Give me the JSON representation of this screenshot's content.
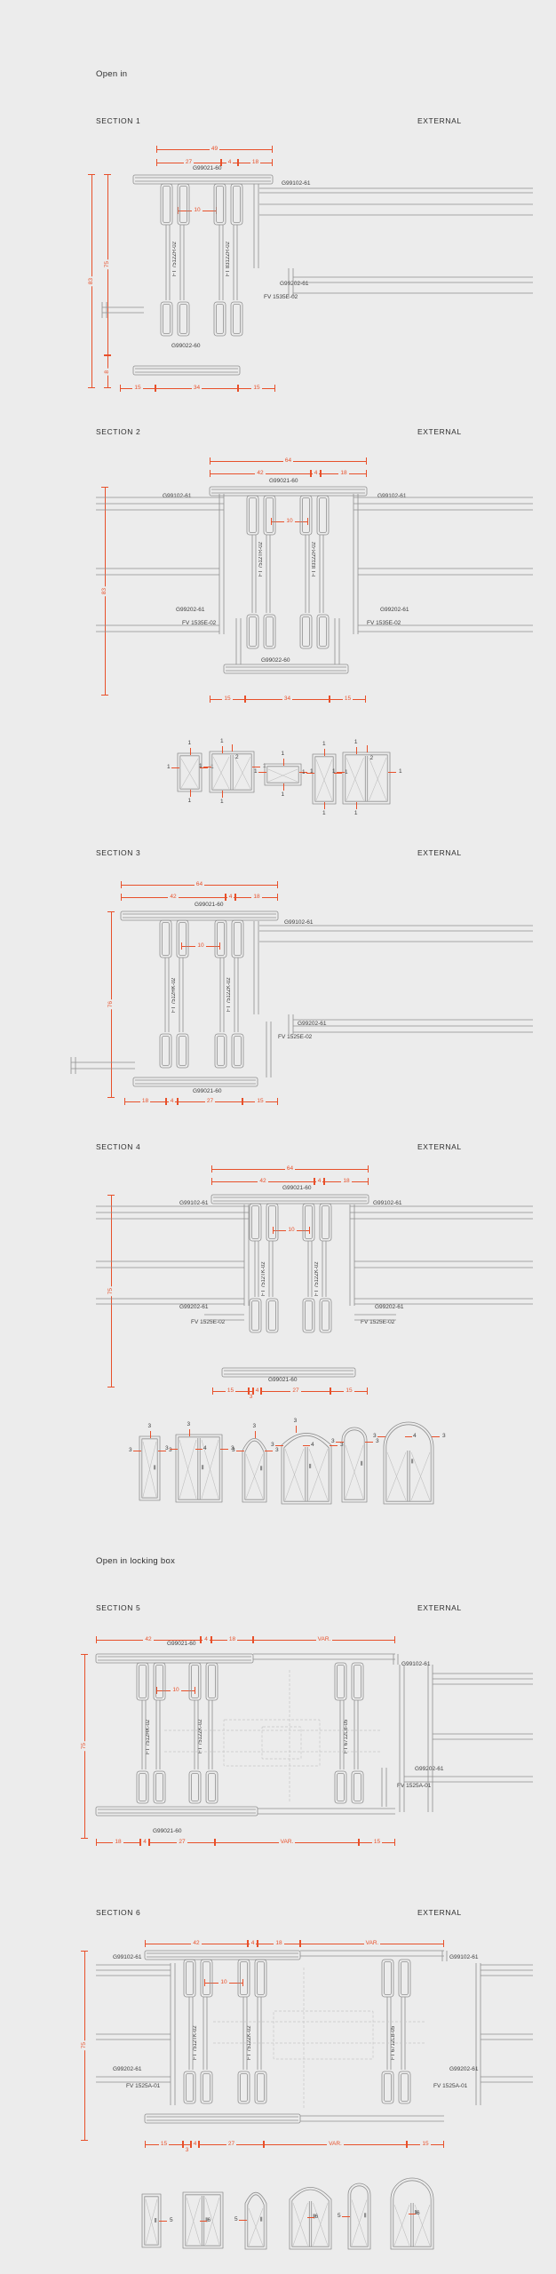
{
  "colors": {
    "bg": "#ececec",
    "accent": "#e8502a",
    "line": "#8f8f8f",
    "line_faint": "#c7c7c7",
    "text": "#3d3d3d",
    "heading": "#2e2e2e"
  },
  "headings": {
    "group1": "Open in",
    "group2": "Open in locking box"
  },
  "sections": [
    {
      "title": "SECTION 1",
      "external": "EXTERNAL",
      "top_overall": "49",
      "top_parts": [
        "27",
        "4",
        "18"
      ],
      "gap": "10",
      "v_dims": [
        "83",
        "75"
      ],
      "v_small": "8",
      "bottom_parts": [
        "15",
        "34",
        "15"
      ],
      "part_labels": {
        "top_cover": "G99021-60",
        "frame": "G99102-61",
        "bead": "G99202-61",
        "gasket": "FV 1535E-02",
        "bottom_cover": "G99022-60"
      },
      "sash_profiles": [
        "FT 7512ZR-02",
        "FT 8312ZR-02"
      ]
    },
    {
      "title": "SECTION 2",
      "external": "EXTERNAL",
      "top_overall": "64",
      "top_parts": [
        "42",
        "4",
        "18"
      ],
      "gap": "10",
      "v_dims": [
        "83"
      ],
      "bottom_parts": [
        "15",
        "34",
        "15"
      ],
      "part_labels": {
        "top_cover": "G99021-60",
        "frame": "G99102-61",
        "bead": "G99202-61",
        "gasket": "FV 1535E-02",
        "bottom_cover": "G99022-60"
      },
      "sash_profiles": [
        "FT 7512TR-02",
        "FT 8312ZR-02"
      ]
    },
    {
      "title": "SECTION 3",
      "external": "EXTERNAL",
      "top_overall": "64",
      "top_parts": [
        "42",
        "4",
        "18"
      ],
      "gap": "10",
      "v_dims": [
        "76"
      ],
      "bottom_parts": [
        "18",
        "4",
        "27",
        "15"
      ],
      "part_labels": {
        "top_cover": "G99021-60",
        "frame": "G99102-61",
        "bead": "G99202-61",
        "gasket": "FV 1525E-02",
        "bottom_cover": "G99021-60"
      },
      "sash_profiles": [
        "FT 7512HK-02",
        "FT 7512ZK-02"
      ]
    },
    {
      "title": "SECTION 4",
      "external": "EXTERNAL",
      "top_overall": "64",
      "top_parts": [
        "42",
        "4",
        "18"
      ],
      "gap": "10",
      "v_dims": [
        "75"
      ],
      "bottom_parts": [
        "15",
        "3",
        "4",
        "27",
        "15"
      ],
      "part_labels": {
        "top_cover": "G99021-60",
        "frame": "G99102-61",
        "bead": "G99202-61",
        "gasket": "FV 1525E-02",
        "bottom_cover": "G99021-60"
      },
      "sash_profiles": [
        "FT 7512TK-02",
        "FT 7512ZK-02"
      ]
    },
    {
      "title": "SECTION 5",
      "external": "EXTERNAL",
      "top_parts": [
        "42",
        "4",
        "18",
        "VAR."
      ],
      "gap": "10",
      "v_dims": [
        "75"
      ],
      "bottom_parts": [
        "18",
        "4",
        "27",
        "VAR.",
        "15"
      ],
      "part_labels": {
        "top_cover": "G99021-60",
        "frame": "G99102-61",
        "bead": "G99202-61",
        "gasket": "FV 1525A-01",
        "bottom_cover": "G99021-60"
      },
      "sash_profiles": [
        "FT 7512HK-02",
        "FT 7512ZK-02",
        "FT 6712LB-05"
      ]
    },
    {
      "title": "SECTION 6",
      "external": "EXTERNAL",
      "top_parts": [
        "42",
        "4",
        "18",
        "VAR."
      ],
      "gap": "10",
      "v_dims": [
        "75"
      ],
      "bottom_parts": [
        "15",
        "3",
        "4",
        "27",
        "VAR.",
        "15"
      ],
      "part_labels": {
        "frame": "G99102-61",
        "bead": "G99202-61",
        "gasket": "FV 1525A-01"
      },
      "sash_profiles": [
        "FT 7512TK-02",
        "FT 7512ZK-02",
        "FT 6712LB-05"
      ]
    }
  ],
  "elevation_rows": [
    {
      "items": [
        {
          "shape": "window-single",
          "marks": {
            "top": "1",
            "left": "1",
            "right": "1",
            "bottom": "1"
          }
        },
        {
          "shape": "window-double",
          "marks": {
            "top": "1",
            "mid": "2",
            "left": "1",
            "right": "1",
            "bottom": "1"
          }
        },
        {
          "shape": "window-horizontal",
          "marks": {
            "top": "1",
            "left": "1",
            "right": "1",
            "bottom": "1"
          }
        },
        {
          "shape": "window-tall",
          "marks": {
            "top": "1",
            "left": "1",
            "right": "1",
            "bottom": "1"
          }
        },
        {
          "shape": "window-tall-double",
          "marks": {
            "top": "1",
            "mid": "2",
            "left": "1",
            "right": "1",
            "bottom": "1"
          }
        }
      ]
    },
    {
      "items": [
        {
          "shape": "door-single",
          "marks": {
            "top": "3",
            "left": "3",
            "right": "3"
          }
        },
        {
          "shape": "door-double",
          "marks": {
            "top": "3",
            "left": "3",
            "mid": "4",
            "right": "3"
          }
        },
        {
          "shape": "door-single-arched",
          "marks": {
            "top": "3",
            "left": "3",
            "right": "3"
          }
        },
        {
          "shape": "door-double-arched",
          "marks": {
            "top": "3",
            "left": "3",
            "mid": "4",
            "right": "3"
          }
        },
        {
          "shape": "door-single-round-arch",
          "marks": {
            "left": "3",
            "right": "3"
          }
        },
        {
          "shape": "door-double-round-arch",
          "marks": {
            "left": "3",
            "mid": "4",
            "right": "3"
          }
        }
      ]
    },
    {
      "items": [
        {
          "shape": "door-single",
          "marks": {
            "right": "5"
          }
        },
        {
          "shape": "door-double",
          "marks": {
            "mid": "6"
          }
        },
        {
          "shape": "door-single-arched",
          "marks": {
            "left": "5"
          }
        },
        {
          "shape": "door-double-arched",
          "marks": {
            "mid": "6"
          }
        },
        {
          "shape": "door-single-round-arch",
          "marks": {
            "left": "5"
          }
        },
        {
          "shape": "door-double-round-arch",
          "marks": {
            "mid": "6"
          }
        }
      ]
    }
  ]
}
